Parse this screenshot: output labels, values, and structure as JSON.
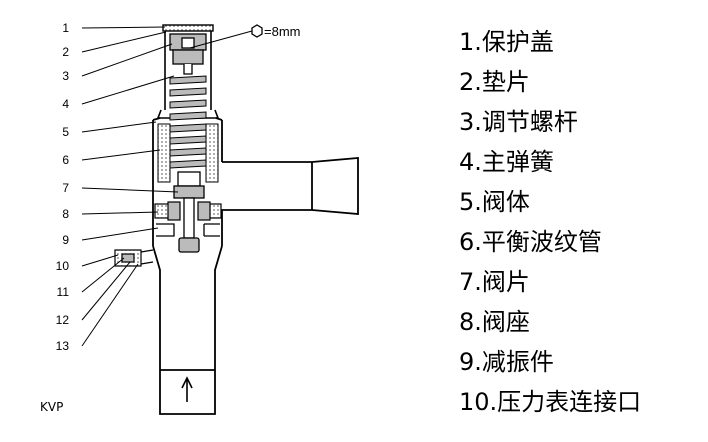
{
  "callouts": [
    "1",
    "2",
    "3",
    "4",
    "5",
    "6",
    "7",
    "8",
    "9",
    "10",
    "11",
    "12",
    "13"
  ],
  "hex_spec": "=8mm",
  "model": "KVP",
  "legend": [
    "1.保护盖",
    "2.垫片",
    "3.调节螺杆",
    "4.主弹簧",
    "5.阀体",
    "6.平衡波纹管",
    "7.阀片",
    "8.阀座",
    "9.减振件",
    "10.压力表连接口"
  ],
  "colors": {
    "line": "#000000",
    "shade": "#bbbbbb",
    "background": "#ffffff"
  },
  "icons": {
    "flow_arrow": "up-arrow-icon",
    "hex_symbol": "hexagon-icon"
  }
}
